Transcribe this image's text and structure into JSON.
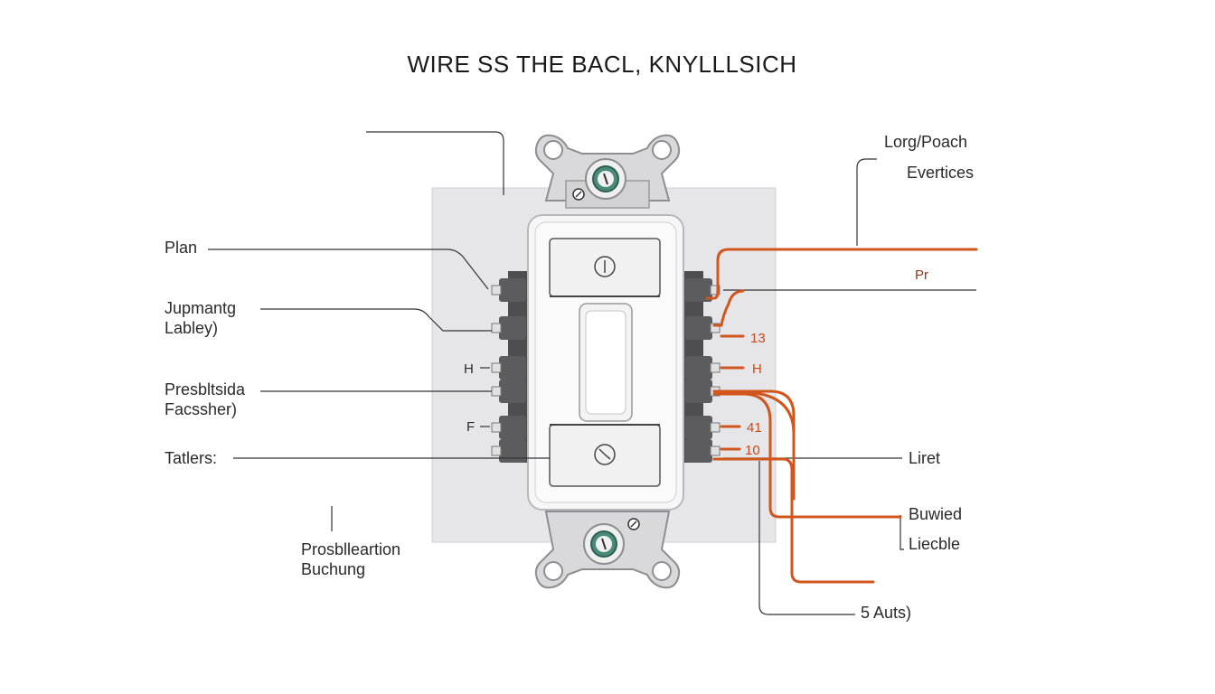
{
  "title": "WIRE  SS THE BACL, KNYLLLSICH",
  "labels": {
    "plan": "Plan",
    "jupmantg": "Jupmantg",
    "labley": "Labley)",
    "h_left": "H",
    "presblsida": "Presbltsida",
    "facssher": "Facssher)",
    "f_left": "F",
    "tatlers": "Tatlers:",
    "prosbl_1": "Prosblleartion",
    "prosbl_2": "Buchung",
    "lorg": "Lorg/Poach",
    "evertices": "Evertices",
    "pr": "Pr",
    "n13": "13",
    "h_right": "H",
    "n41": "41",
    "n10": "10",
    "liret": "Liret",
    "buwied": "Buwied",
    "liecble": "Liecble",
    "auts": "5 Auts)"
  },
  "colors": {
    "wire": "#d2551c",
    "plate": "#e8e8ea",
    "switch_body": "#f7f7f7",
    "terminal": "#5a5a5a",
    "yoke": "#d7d7d9"
  },
  "icons": {
    "top_screw": "screw-icon",
    "bottom_screw": "screw-icon",
    "power_symbol": "power-icon",
    "clock_symbol": "clock-icon"
  }
}
